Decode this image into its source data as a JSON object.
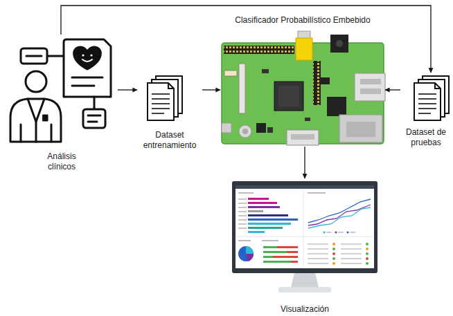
{
  "diagram": {
    "nodes": [
      {
        "text": [
          "Análisis clínicos"
        ]
      },
      {
        "text": [
          "Dataset entrenamiento"
        ]
      },
      {
        "text": [
          "Clasificador Probabilístico Embebido"
        ]
      },
      {
        "text": [
          "Dataset de pruebas"
        ]
      },
      {
        "text": [
          "Visualización"
        ]
      }
    ],
    "edges": [
      {
        "from": 0,
        "to": 1,
        "arrow": "to"
      },
      {
        "from": 1,
        "to": 2,
        "arrow": "to"
      },
      {
        "from": 3,
        "to": 2,
        "arrow": "to"
      },
      {
        "from": 0,
        "to": 3,
        "arrow": "to"
      },
      {
        "from": 2,
        "to": 4,
        "arrow": "to"
      }
    ]
  }
}
